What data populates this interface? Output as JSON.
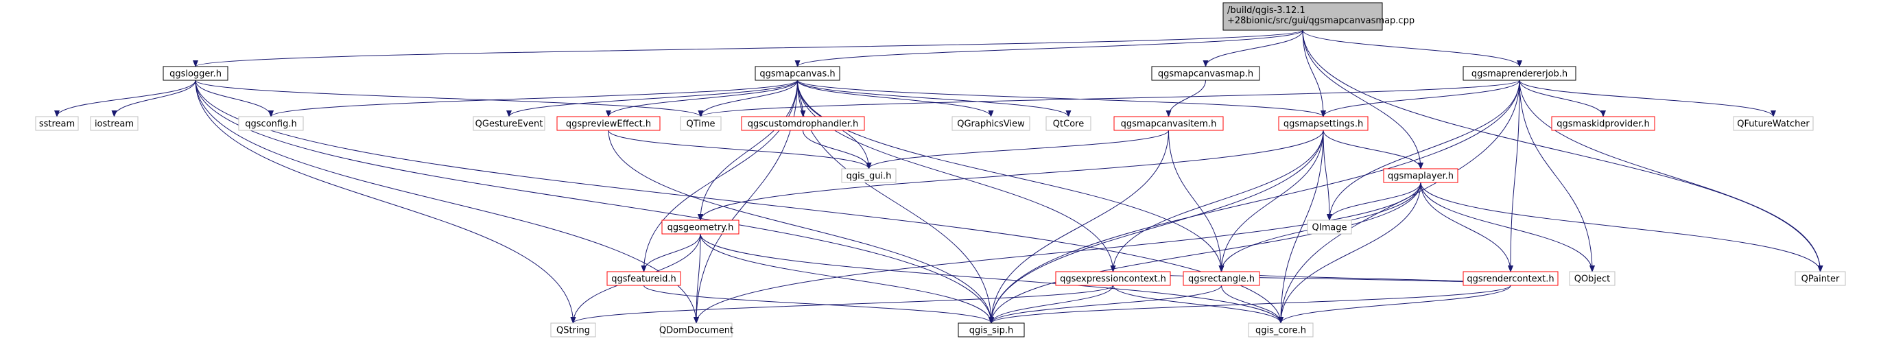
{
  "colors": {
    "edge": "#191970",
    "root_fill": "#bfbfbf",
    "root_border": "#000000",
    "header_border": "#000000",
    "missing_border": "#ff0000",
    "external_border": "#bfbfbf",
    "text": "#000000"
  },
  "nodes": [
    {
      "id": "root",
      "label": "/build/qgis-3.12.1\n+28bionic/src/gui/qgsmapcanvasmap.cpp",
      "kind": "root"
    },
    {
      "id": "qgslogger",
      "label": "qgslogger.h",
      "kind": "header"
    },
    {
      "id": "qgsmapcanvas",
      "label": "qgsmapcanvas.h",
      "kind": "header"
    },
    {
      "id": "qgsmapcanvasmap",
      "label": "qgsmapcanvasmap.h",
      "kind": "header"
    },
    {
      "id": "qgsmaprendererjob",
      "label": "qgsmaprendererjob.h",
      "kind": "header"
    },
    {
      "id": "sstream",
      "label": "sstream",
      "kind": "external"
    },
    {
      "id": "iostream",
      "label": "iostream",
      "kind": "external"
    },
    {
      "id": "qgsconfig",
      "label": "qgsconfig.h",
      "kind": "external"
    },
    {
      "id": "QGestureEvent",
      "label": "QGestureEvent",
      "kind": "external"
    },
    {
      "id": "qgspreviewEffect",
      "label": "qgspreviewEffect.h",
      "kind": "missing"
    },
    {
      "id": "QTime",
      "label": "QTime",
      "kind": "external"
    },
    {
      "id": "qgscustomdrophandler",
      "label": "qgscustomdrophandler.h",
      "kind": "missing"
    },
    {
      "id": "QGraphicsView",
      "label": "QGraphicsView",
      "kind": "external"
    },
    {
      "id": "QtCore",
      "label": "QtCore",
      "kind": "external"
    },
    {
      "id": "qgsmapcanvasitem",
      "label": "qgsmapcanvasitem.h",
      "kind": "missing"
    },
    {
      "id": "qgsmapsettings",
      "label": "qgsmapsettings.h",
      "kind": "missing"
    },
    {
      "id": "qgsmaskidprovider",
      "label": "qgsmaskidprovider.h",
      "kind": "missing"
    },
    {
      "id": "QFutureWatcher",
      "label": "QFutureWatcher",
      "kind": "external"
    },
    {
      "id": "qgis_gui",
      "label": "qgis_gui.h",
      "kind": "external"
    },
    {
      "id": "qgsmaplayer",
      "label": "qgsmaplayer.h",
      "kind": "missing"
    },
    {
      "id": "qgsgeometry",
      "label": "qgsgeometry.h",
      "kind": "missing"
    },
    {
      "id": "QImage",
      "label": "QImage",
      "kind": "external"
    },
    {
      "id": "QObject",
      "label": "QObject",
      "kind": "external"
    },
    {
      "id": "QPainter",
      "label": "QPainter",
      "kind": "external"
    },
    {
      "id": "qgsrendercontext",
      "label": "qgsrendercontext.h",
      "kind": "missing"
    },
    {
      "id": "qgsfeatureid",
      "label": "qgsfeatureid.h",
      "kind": "missing"
    },
    {
      "id": "qgsexpressioncontext",
      "label": "qgsexpressioncontext.h",
      "kind": "missing"
    },
    {
      "id": "qgsrectangle",
      "label": "qgsrectangle.h",
      "kind": "missing"
    },
    {
      "id": "QString",
      "label": "QString",
      "kind": "external"
    },
    {
      "id": "QDomDocument",
      "label": "QDomDocument",
      "kind": "external"
    },
    {
      "id": "qgis_sip",
      "label": "qgis_sip.h",
      "kind": "header"
    },
    {
      "id": "qgis_core",
      "label": "qgis_core.h",
      "kind": "external"
    }
  ],
  "edges": [
    [
      "root",
      "qgslogger"
    ],
    [
      "root",
      "qgsmapcanvas"
    ],
    [
      "root",
      "qgsmapcanvasmap"
    ],
    [
      "root",
      "qgsmaprendererjob"
    ],
    [
      "root",
      "qgsmapsettings"
    ],
    [
      "root",
      "qgsmaplayer"
    ],
    [
      "root",
      "QPainter"
    ],
    [
      "qgslogger",
      "sstream"
    ],
    [
      "qgslogger",
      "iostream"
    ],
    [
      "qgslogger",
      "qgsconfig"
    ],
    [
      "qgslogger",
      "QTime"
    ],
    [
      "qgslogger",
      "QString"
    ],
    [
      "qgslogger",
      "QDomDocument"
    ],
    [
      "qgslogger",
      "qgis_sip"
    ],
    [
      "qgslogger",
      "qgis_core"
    ],
    [
      "qgsmapcanvas",
      "qgsconfig"
    ],
    [
      "qgsmapcanvas",
      "QGestureEvent"
    ],
    [
      "qgsmapcanvas",
      "qgspreviewEffect"
    ],
    [
      "qgsmapcanvas",
      "QTime"
    ],
    [
      "qgsmapcanvas",
      "qgscustomdrophandler"
    ],
    [
      "qgsmapcanvas",
      "QGraphicsView"
    ],
    [
      "qgsmapcanvas",
      "QtCore"
    ],
    [
      "qgsmapcanvas",
      "qgsmapsettings"
    ],
    [
      "qgsmapcanvas",
      "qgis_gui"
    ],
    [
      "qgsmapcanvas",
      "qgsgeometry"
    ],
    [
      "qgsmapcanvas",
      "qgsfeatureid"
    ],
    [
      "qgsmapcanvas",
      "qgsexpressioncontext"
    ],
    [
      "qgsmapcanvas",
      "qgsrectangle"
    ],
    [
      "qgsmapcanvas",
      "QDomDocument"
    ],
    [
      "qgsmapcanvas",
      "qgis_sip"
    ],
    [
      "qgsmapcanvasmap",
      "qgsmapcanvasitem"
    ],
    [
      "qgsmaprendererjob",
      "QTime"
    ],
    [
      "qgsmaprendererjob",
      "qgsmapsettings"
    ],
    [
      "qgsmaprendererjob",
      "qgsmaskidprovider"
    ],
    [
      "qgsmaprendererjob",
      "QFutureWatcher"
    ],
    [
      "qgsmaprendererjob",
      "QImage"
    ],
    [
      "qgsmaprendererjob",
      "QObject"
    ],
    [
      "qgsmaprendererjob",
      "QPainter"
    ],
    [
      "qgsmaprendererjob",
      "qgsrendercontext"
    ],
    [
      "qgsmaprendererjob",
      "qgis_sip"
    ],
    [
      "qgsmaprendererjob",
      "qgis_core"
    ],
    [
      "qgspreviewEffect",
      "qgis_gui"
    ],
    [
      "qgspreviewEffect",
      "qgis_sip"
    ],
    [
      "qgscustomdrophandler",
      "qgis_gui"
    ],
    [
      "qgsmapcanvasitem",
      "qgis_gui"
    ],
    [
      "qgsmapcanvasitem",
      "qgsrectangle"
    ],
    [
      "qgsmapcanvasitem",
      "qgis_sip"
    ],
    [
      "qgsmapsettings",
      "qgsmaplayer"
    ],
    [
      "qgsmapsettings",
      "qgsgeometry"
    ],
    [
      "qgsmapsettings",
      "QImage"
    ],
    [
      "qgsmapsettings",
      "qgsexpressioncontext"
    ],
    [
      "qgsmapsettings",
      "qgsrectangle"
    ],
    [
      "qgsmapsettings",
      "qgis_sip"
    ],
    [
      "qgsmapsettings",
      "qgis_core"
    ],
    [
      "qgsmaplayer",
      "QImage"
    ],
    [
      "qgsmaplayer",
      "QObject"
    ],
    [
      "qgsmaplayer",
      "QPainter"
    ],
    [
      "qgsmaplayer",
      "qgsrendercontext"
    ],
    [
      "qgsmaplayer",
      "qgsrectangle"
    ],
    [
      "qgsmaplayer",
      "qgis_sip"
    ],
    [
      "qgsmaplayer",
      "qgis_core"
    ],
    [
      "qgsmaplayer",
      "QDomDocument"
    ],
    [
      "qgsgeometry",
      "QString"
    ],
    [
      "qgsgeometry",
      "qgsfeatureid"
    ],
    [
      "qgsgeometry",
      "QDomDocument"
    ],
    [
      "qgsgeometry",
      "qgis_sip"
    ],
    [
      "qgsgeometry",
      "qgis_core"
    ],
    [
      "qgsrendercontext",
      "qgsexpressioncontext"
    ],
    [
      "qgsrendercontext",
      "qgsrectangle"
    ],
    [
      "qgsrendercontext",
      "qgis_sip"
    ],
    [
      "qgsrendercontext",
      "qgis_core"
    ],
    [
      "qgsfeatureid",
      "qgis_sip"
    ],
    [
      "qgsexpressioncontext",
      "QString"
    ],
    [
      "qgsexpressioncontext",
      "qgis_sip"
    ],
    [
      "qgsexpressioncontext",
      "qgis_core"
    ],
    [
      "qgsrectangle",
      "qgis_sip"
    ],
    [
      "qgsrectangle",
      "qgis_core"
    ]
  ]
}
